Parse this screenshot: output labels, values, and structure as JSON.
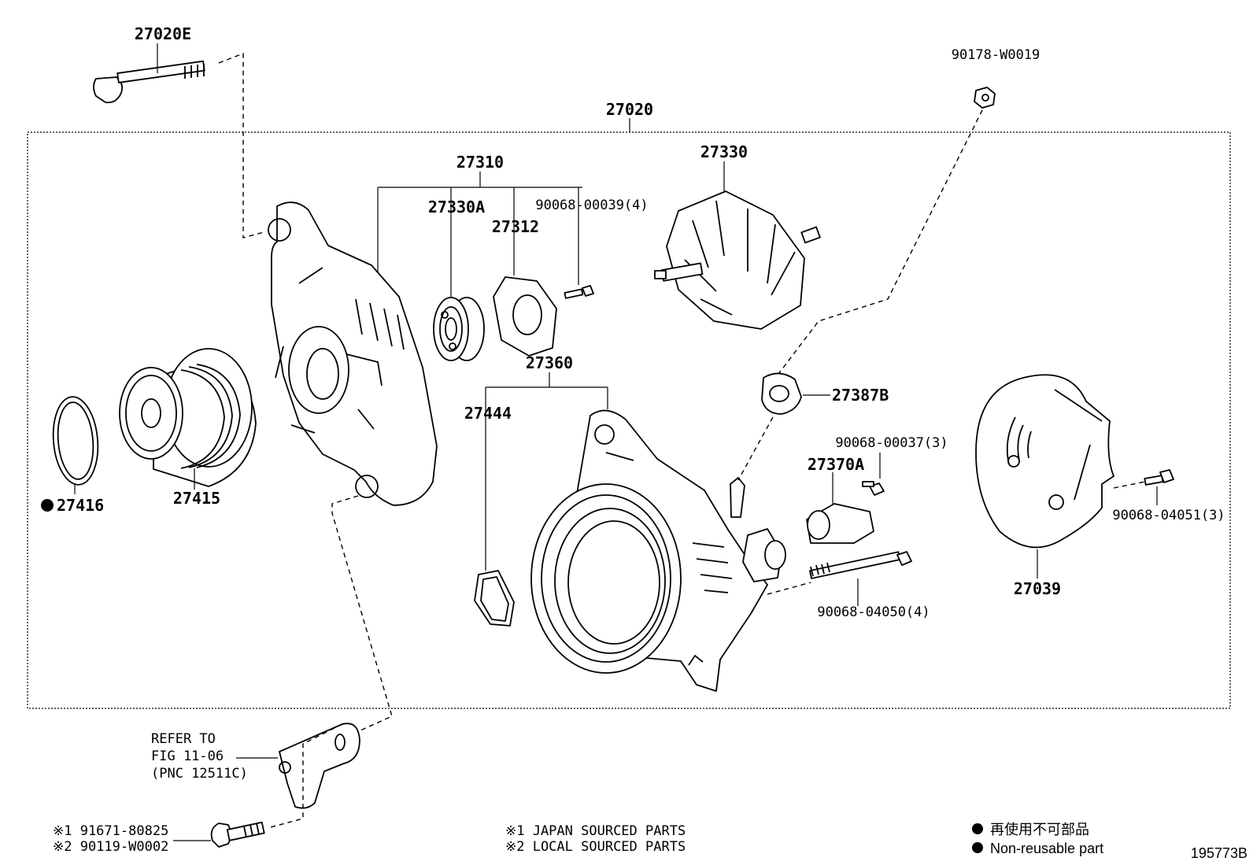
{
  "assembly": {
    "number": "27020"
  },
  "parts": {
    "p27020E": "27020E",
    "p90178": "90178-W0019",
    "p27310": "27310",
    "p27330": "27330",
    "p27330A": "27330A",
    "p27312": "27312",
    "p90068_00039": "90068-00039(4)",
    "p27360": "27360",
    "p27444": "27444",
    "p27387B": "27387B",
    "p90068_00037": "90068-00037(3)",
    "p27370A": "27370A",
    "p90068_04051": "90068-04051(3)",
    "p27039": "27039",
    "p90068_04050": "90068-04050(4)",
    "p27416": "27416",
    "p27415": "27415"
  },
  "refer": {
    "line1": "REFER TO",
    "line2": "FIG 11-06",
    "line3": "(PNC 12511C)"
  },
  "bolt_codes": {
    "c1": "※1  91671-80825",
    "c2": "※2  90119-W0002"
  },
  "source_notes": {
    "japan": "※1  JAPAN SOURCED PARTS",
    "local": "※2  LOCAL SOURCED PARTS"
  },
  "legend": {
    "jp": "再使用不可部品",
    "en": "Non-reusable part"
  },
  "figure_code": "195773B"
}
